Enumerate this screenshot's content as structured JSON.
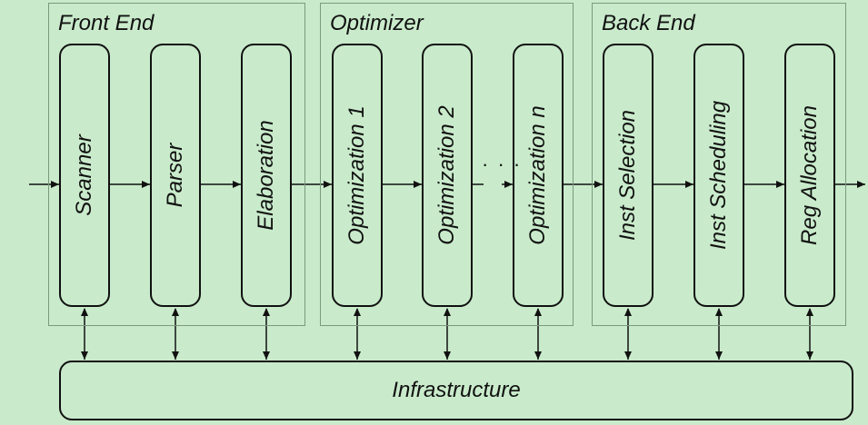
{
  "groups": [
    {
      "title": "Front End",
      "passes": [
        "Scanner",
        "Parser",
        "Elaboration"
      ]
    },
    {
      "title": "Optimizer",
      "passes": [
        "Optimization 1",
        "Optimization 2",
        "Optimization n"
      ]
    },
    {
      "title": "Back End",
      "passes": [
        "Inst Selection",
        "Inst Scheduling",
        "Reg Allocation"
      ]
    }
  ],
  "infrastructure": "Infrastructure",
  "ellipsis": "· · ·"
}
